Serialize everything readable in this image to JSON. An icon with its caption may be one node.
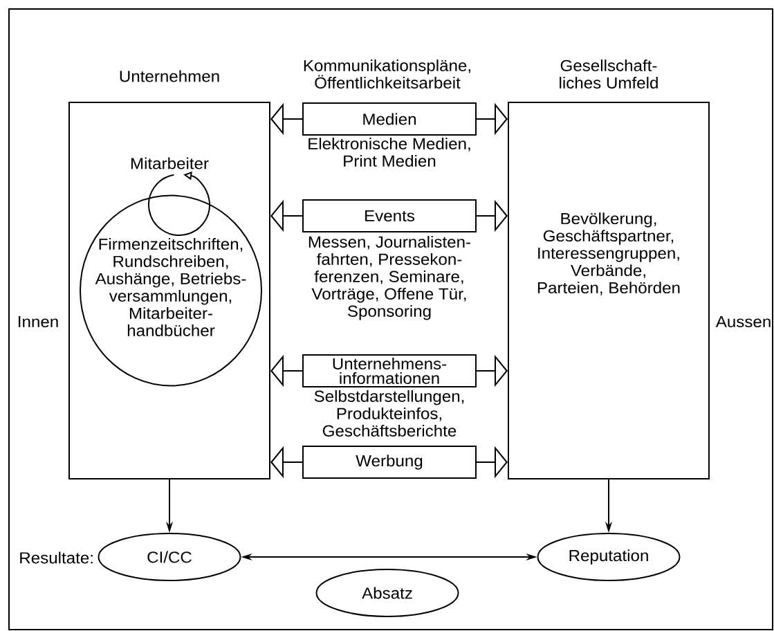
{
  "diagram": {
    "nodes": [
      {
        "text": [
          "Unternehmen",
          "Mitarbeiter"
        ],
        "beside": [
          "Innen"
        ]
      },
      {
        "text": [
          "Firmenzeitschriften, Rundschreiben, Aushänge, Betriebs- versammlungen, Mitarbeiter- handbücher"
        ],
        "in": 0
      },
      {
        "text": [
          "Medien"
        ],
        "beside": [
          "Elektronische Medien, Print Medien"
        ]
      },
      {
        "text": [
          "Events"
        ],
        "beside": [
          "Messen, Journalisten- fahrten, Pressekon- ferenzen, Seminare, Vorträge, Offene Tür, Sponsoring"
        ]
      },
      {
        "text": [
          "Unternehmens- informationen"
        ],
        "beside": [
          "Selbstdarstellungen, Produkteinfos, Geschäftsberichte"
        ]
      },
      {
        "text": [
          "Werbung"
        ]
      },
      {
        "text": [
          "Gesellschaft- liches Umfeld",
          "Bevölkerung, Geschäftspartner, Interessengruppen, Verbände, Parteien, Behörden"
        ],
        "beside": [
          "Aussen"
        ]
      },
      {
        "text": [
          "CI/CC"
        ],
        "beside": [
          "Resultate:"
        ]
      },
      {
        "text": [
          "Reputation"
        ]
      },
      {
        "text": [
          "Absatz"
        ]
      }
    ],
    "edges": [
      {
        "from": 2,
        "to": 0,
        "arrow": "to"
      },
      {
        "from": 2,
        "to": 6,
        "arrow": "to"
      },
      {
        "from": 3,
        "to": 0,
        "arrow": "to"
      },
      {
        "from": 3,
        "to": 6,
        "arrow": "to"
      },
      {
        "from": 4,
        "to": 0,
        "arrow": "to"
      },
      {
        "from": 4,
        "to": 6,
        "arrow": "to"
      },
      {
        "from": 5,
        "to": 0,
        "arrow": "to"
      },
      {
        "from": 5,
        "to": 6,
        "arrow": "to"
      },
      {
        "from": 0,
        "to": 7,
        "arrow": "to"
      },
      {
        "from": 6,
        "to": 8,
        "arrow": "to"
      },
      {
        "from": 7,
        "to": 8,
        "arrow": "both"
      }
    ],
    "labels": [
      "Kommunikationspläne, Öffentlichkeitsarbeit"
    ]
  }
}
